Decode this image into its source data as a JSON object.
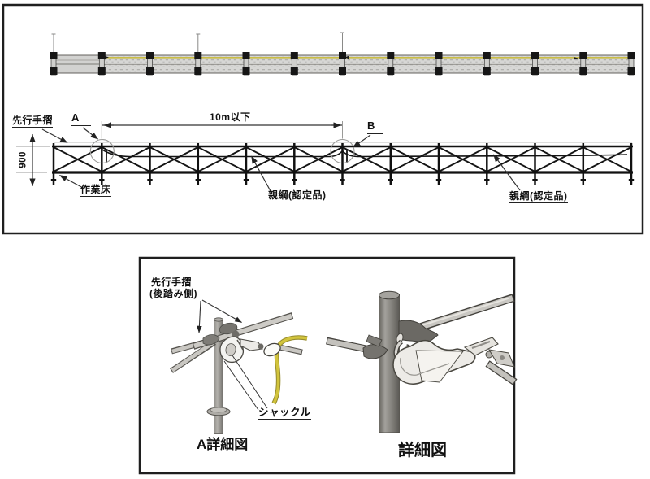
{
  "top_panel": {
    "labels": {
      "advance_handrail": "先行手摺",
      "point_a": "A",
      "point_b": "B",
      "span_dimension": "10m以下",
      "height_dimension": "900",
      "work_floor": "作業床",
      "main_rope_left": "親綱(認定品)",
      "main_rope_right": "親綱(認定品)"
    }
  },
  "bottom_panel": {
    "labels": {
      "advance_handrail_line1": "先行手摺",
      "advance_handrail_line2": "(後踏み側)",
      "shackle": "シャックル"
    },
    "captions": {
      "a_detail": "A詳細図",
      "detail": "詳細図"
    }
  },
  "colors": {
    "line_black": "#1a1a1a",
    "rope_yellow": "#d2c43c",
    "steel_gray": "#c9c7c2",
    "plan_deck_gray": "#d7d7d5",
    "plan_yellow_line": "#c9bc45"
  }
}
